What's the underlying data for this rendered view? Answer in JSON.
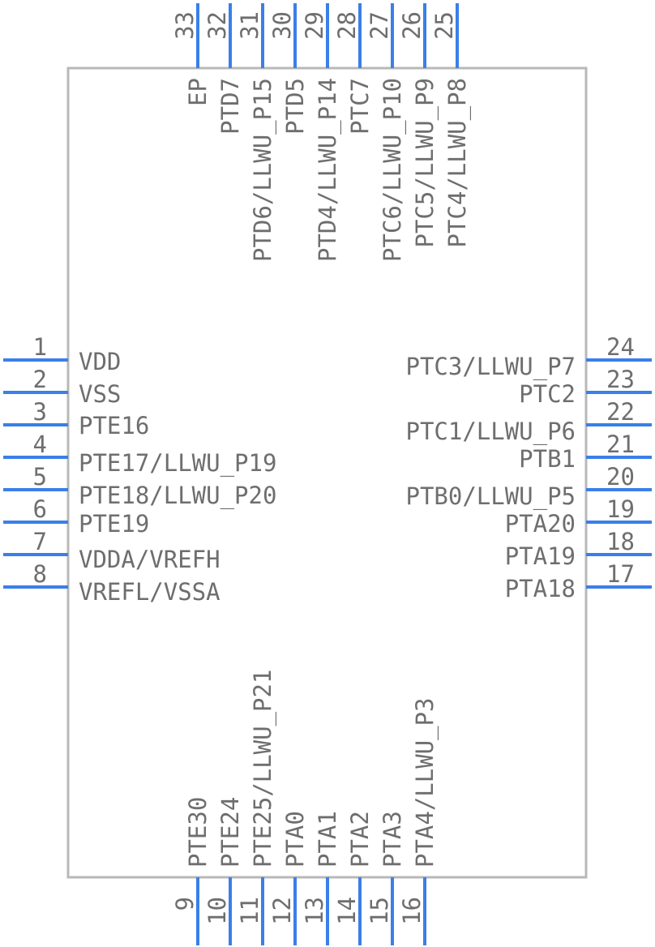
{
  "component": {
    "left_pins": [
      {
        "number": "1",
        "name": "VDD"
      },
      {
        "number": "2",
        "name": "VSS"
      },
      {
        "number": "3",
        "name": "PTE16"
      },
      {
        "number": "4",
        "name": "PTE17/LLWU_P19"
      },
      {
        "number": "5",
        "name": "PTE18/LLWU_P20"
      },
      {
        "number": "6",
        "name": "PTE19"
      },
      {
        "number": "7",
        "name": "VDDA/VREFH"
      },
      {
        "number": "8",
        "name": "VREFL/VSSA"
      }
    ],
    "right_pins": [
      {
        "number": "24",
        "name": "PTC3/LLWU_P7"
      },
      {
        "number": "23",
        "name": "PTC2"
      },
      {
        "number": "22",
        "name": "PTC1/LLWU_P6"
      },
      {
        "number": "21",
        "name": "PTB1"
      },
      {
        "number": "20",
        "name": "PTB0/LLWU_P5"
      },
      {
        "number": "19",
        "name": "PTA20"
      },
      {
        "number": "18",
        "name": "PTA19"
      },
      {
        "number": "17",
        "name": "PTA18"
      }
    ],
    "top_pins": [
      {
        "number": "33",
        "name": "EP"
      },
      {
        "number": "32",
        "name": "PTD7"
      },
      {
        "number": "31",
        "name": "PTD6/LLWU_P15"
      },
      {
        "number": "30",
        "name": "PTD5"
      },
      {
        "number": "29",
        "name": "PTD4/LLWU_P14"
      },
      {
        "number": "28",
        "name": "PTC7"
      },
      {
        "number": "27",
        "name": "PTC6/LLWU_P10"
      },
      {
        "number": "26",
        "name": "PTC5/LLWU_P9"
      },
      {
        "number": "25",
        "name": "PTC4/LLWU_P8"
      }
    ],
    "bottom_pins": [
      {
        "number": "9",
        "name": "PTE30"
      },
      {
        "number": "10",
        "name": "PTE24"
      },
      {
        "number": "11",
        "name": "PTE25/LLWU_P21"
      },
      {
        "number": "12",
        "name": "PTA0"
      },
      {
        "number": "13",
        "name": "PTA1"
      },
      {
        "number": "14",
        "name": "PTA2"
      },
      {
        "number": "15",
        "name": "PTA3"
      },
      {
        "number": "16",
        "name": "PTA4/LLWU_P3"
      }
    ]
  },
  "colors": {
    "pin": "#3b7fe8",
    "outline": "#b8b8b8",
    "text": "#6e6e6e"
  }
}
